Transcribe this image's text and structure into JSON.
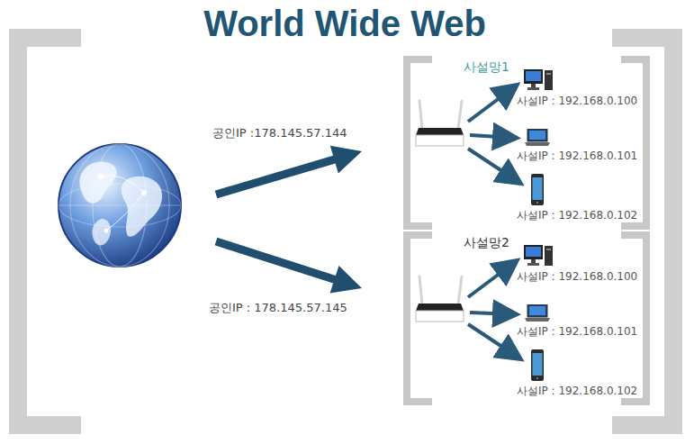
{
  "diagram": {
    "title": "World Wide Web",
    "nodes": [
      {
        "text": [
          "사설망1"
        ]
      },
      {
        "text": [
          "사설IP : 192.168.0.100"
        ],
        "in": 0
      },
      {
        "text": [
          "사설IP : 192.168.0.101"
        ],
        "in": 0
      },
      {
        "text": [
          "사설IP : 192.168.0.102"
        ],
        "in": 0
      },
      {
        "text": [
          "사설망2"
        ]
      },
      {
        "text": [
          "사설IP : 192.168.0.100"
        ],
        "in": 4
      },
      {
        "text": [
          "사설IP : 192.168.0.101"
        ],
        "in": 4
      },
      {
        "text": [
          "사설IP : 192.168.0.102"
        ],
        "in": 4
      }
    ],
    "labels": [
      "공인IP :178.145.57.144",
      "공인IP : 178.145.57.145"
    ]
  }
}
